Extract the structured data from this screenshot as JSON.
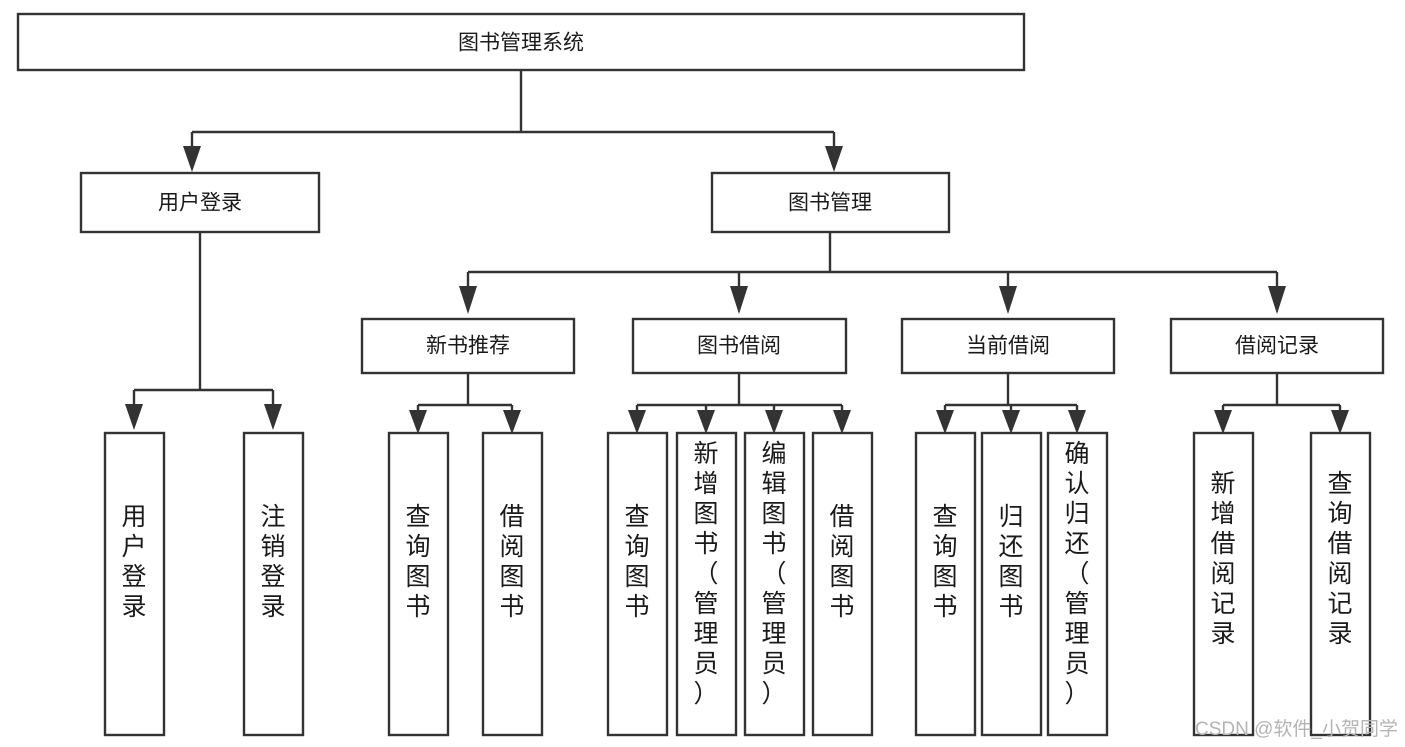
{
  "diagram": {
    "title": "图书管理系统",
    "type": "tree-hierarchy",
    "root": {
      "id": "root",
      "label": "图书管理系统"
    },
    "level2": [
      {
        "id": "user-login",
        "label": "用户登录"
      },
      {
        "id": "book-management",
        "label": "图书管理"
      }
    ],
    "level3": [
      {
        "id": "new-book-recommend",
        "label": "新书推荐",
        "parent": "book-management"
      },
      {
        "id": "book-borrow",
        "label": "图书借阅",
        "parent": "book-management"
      },
      {
        "id": "current-borrow",
        "label": "当前借阅",
        "parent": "book-management"
      },
      {
        "id": "borrow-record",
        "label": "借阅记录",
        "parent": "book-management"
      }
    ],
    "leaves": {
      "user_login": [
        {
          "id": "leaf-user-login",
          "label": "用户登录"
        },
        {
          "id": "leaf-user-logout",
          "label": "注销登录"
        }
      ],
      "new_book_recommend": [
        {
          "id": "leaf-query-book-1",
          "label": "查询图书"
        },
        {
          "id": "leaf-borrow-book-1",
          "label": "借阅图书"
        }
      ],
      "book_borrow": [
        {
          "id": "leaf-query-book-2",
          "label": "查询图书"
        },
        {
          "id": "leaf-add-book",
          "label": "新增图书（管理员）"
        },
        {
          "id": "leaf-edit-book",
          "label": "编辑图书（管理员）"
        },
        {
          "id": "leaf-borrow-book-2",
          "label": "借阅图书"
        }
      ],
      "current_borrow": [
        {
          "id": "leaf-query-book-3",
          "label": "查询图书"
        },
        {
          "id": "leaf-return-book",
          "label": "归还图书"
        },
        {
          "id": "leaf-confirm-return",
          "label": "确认归还（管理员）"
        }
      ],
      "borrow_record": [
        {
          "id": "leaf-add-record",
          "label": "新增借阅记录"
        },
        {
          "id": "leaf-query-record",
          "label": "查询借阅记录"
        }
      ]
    },
    "watermark": "CSDN @软件_小贺同学",
    "colors": {
      "stroke": "#333333",
      "box_fill": "#ffffff",
      "text": "#1a1a1a",
      "watermark": "#b4b4b4",
      "background": "#ffffff"
    }
  }
}
